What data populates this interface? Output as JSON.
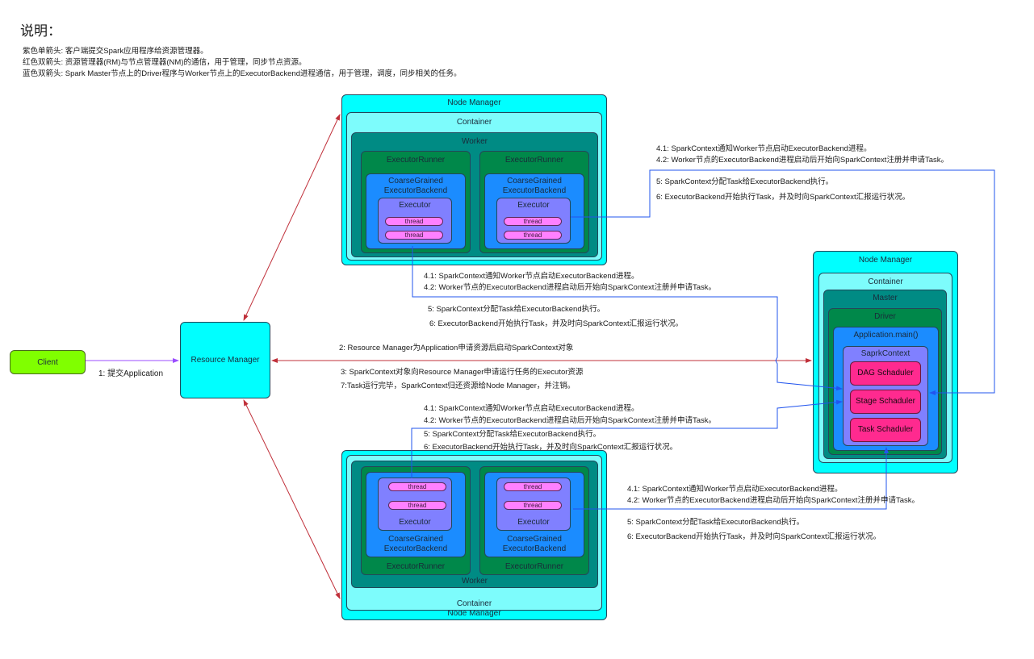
{
  "header": {
    "title": "说明：",
    "legend": [
      "紫色单箭头: 客户端提交Spark应用程序给资源管理器。",
      "红色双箭头: 资源管理器(RM)与节点管理器(NM)的通信，用于管理，同步节点资源。",
      "蓝色双箭头: Spark Master节点上的Driver程序与Worker节点上的ExecutorBackend进程通信，用于管理，调度，同步相关的任务。"
    ]
  },
  "colors": {
    "client": "#80ff00",
    "node_manager": "#00ffff",
    "container": "#7dfcfc",
    "worker": "#008b84",
    "executor_runner": "#00884a",
    "backend": "#1b8cff",
    "executor": "#8080ff",
    "thread": "#ff80ff",
    "scheduler": "#ff2a8f",
    "arrow_purple": "#9b4dff",
    "arrow_red": "#c0303a",
    "arrow_blue": "#2255ee"
  },
  "client": {
    "label": "Client"
  },
  "resource_manager": {
    "label": "Resource Manager"
  },
  "worker_node": {
    "node_manager": "Node Manager",
    "container": "Container",
    "worker": "Worker",
    "executor_runner": "ExecutorRunner",
    "backend_line1": "CoarseGrained",
    "backend_line2": "ExecutorBackend",
    "executor": "Executor",
    "thread": "thread"
  },
  "master_node": {
    "node_manager": "Node Manager",
    "container": "Container",
    "master": "Master",
    "driver": "Driver",
    "app_main": "Application.main()",
    "spark_context": "SaprkContext",
    "schedulers": [
      "DAG Schaduler",
      "Stage Schaduler",
      "Task Schaduler"
    ]
  },
  "edges": {
    "submit": "1: 提交Application",
    "rm_2": "2: Resource Manager为Application申请资源后启动SparkContext对象",
    "rm_3": "3: SparkContext对象向Resource Manager申请运行任务的Executor资源",
    "rm_7": "7:Task运行完毕，SparkContext归还资源给Node Manager，并注销。",
    "step_4_1": "4.1: SparkContext通知Worker节点启动ExecutorBackend进程。",
    "step_4_2": "4.2: Worker节点的ExecutorBackend进程启动后开始向SparkContext注册并申请Task。",
    "step_5": "5: SparkContext分配Task给ExecutorBackend执行。",
    "step_6": "6: ExecutorBackend开始执行Task，并及时向SparkContext汇报运行状况。"
  }
}
